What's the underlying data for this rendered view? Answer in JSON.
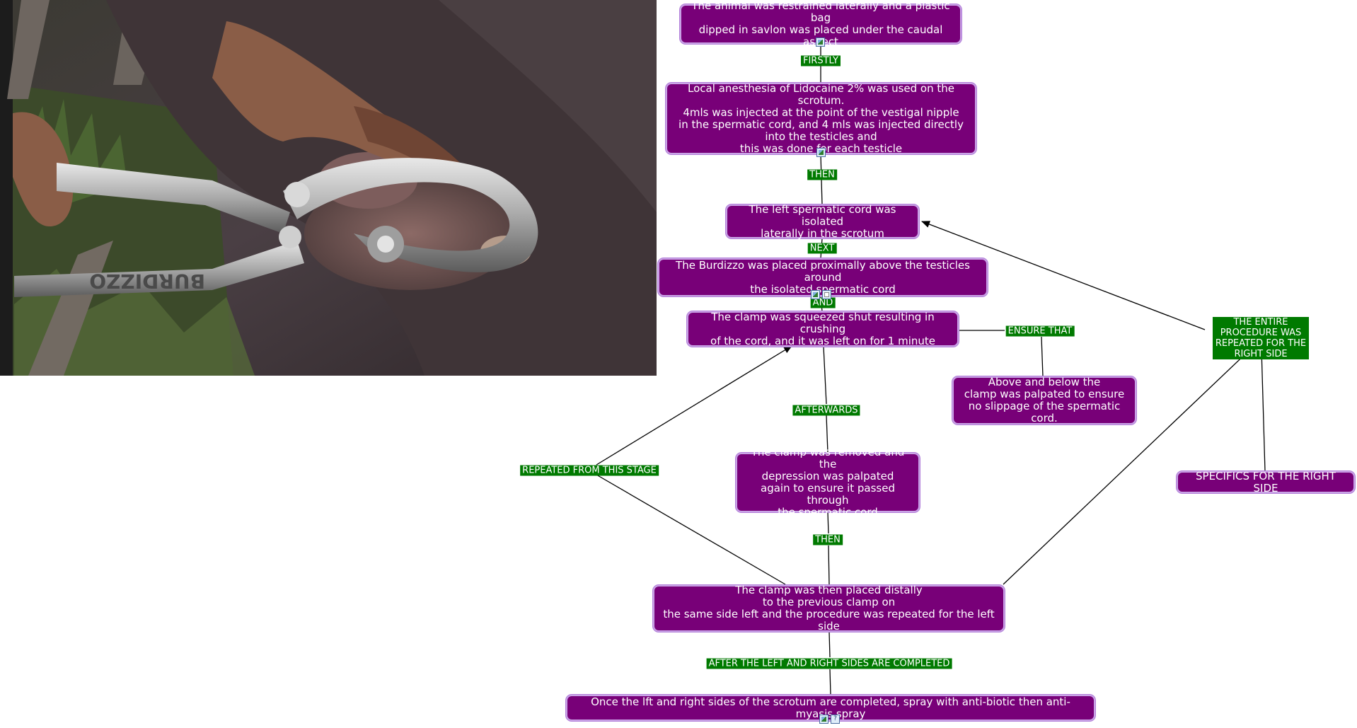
{
  "nodes": {
    "n1": "The animal was restrained laterally and a plastic bag\ndipped in savlon was placed under the caudal aspect",
    "n2": "Local anesthesia of Lidocaine 2% was used on the scrotum.\n4mls was injected at the point of the vestigal nipple\nin the spermatic cord, and 4 mls was injected directly\ninto the testicles and\nthis was done for each testicle",
    "n3": "The left spermatic cord was isolated\nlaterally in the scrotum",
    "n4": "The Burdizzo was placed proximally above the testicles around\nthe isolated spermatic cord",
    "n5": "The clamp was squeezed shut resulting in crushing\nof the cord, and it was left on for 1 minute",
    "n6": "Above and below the\nclamp was palpated to ensure\nno slippage of the spermatic cord.",
    "n7": "The clamp was removed and the\ndepression was palpated\nagain to ensure it passed through\nthe spermatic cord",
    "n8": "SPECIFICS FOR THE RIGHT SIDE",
    "n9": "The clamp was then placed distally\nto the previous clamp on\nthe same side  left and the procedure was repeated for the left side",
    "n10": "Once the lft and right sides of the scrotum are completed, spray with anti-biotic then anti-myasis spray"
  },
  "labels": {
    "firstly": "FIRSTLY",
    "then1": "THEN",
    "next": "NEXT",
    "and": "AND",
    "ensure_that": "ENSURE THAT",
    "entire_procedure": "THE ENTIRE PROCEDURE WAS\nREPEATED FOR THE RIGHT SIDE",
    "afterwards": "AFTERWARDS",
    "repeated_from": "REPEATED FROM THIS STAGE",
    "then2": "THEN",
    "after_left_right": "AFTER THE LEFT AND RIGHT SIDES ARE COMPLETED"
  },
  "photo": {
    "tool_engraving": "BURDIZZO"
  },
  "icons": {
    "image_resource": "image-resource-icon",
    "document_resource": "document-resource-icon",
    "help_resource": "help-resource-icon"
  },
  "colors": {
    "node_fill": "#780078",
    "node_border": "#c9a3e6",
    "label_fill": "#007a00",
    "line": "#000000"
  }
}
